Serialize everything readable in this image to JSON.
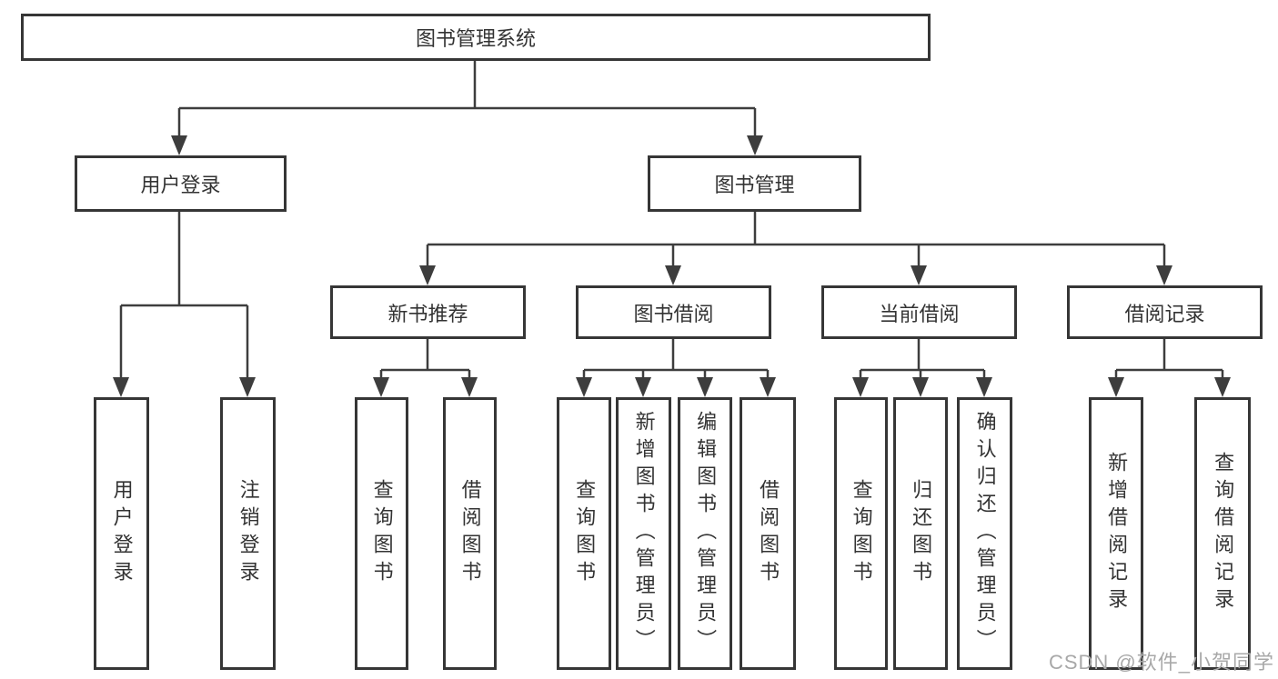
{
  "tree": {
    "root": {
      "label": "图书管理系统"
    },
    "branches": [
      {
        "label": "用户登录",
        "children": [
          {
            "label": "用户登录"
          },
          {
            "label": "注销登录"
          }
        ]
      },
      {
        "label": "图书管理",
        "groups": [
          {
            "label": "新书推荐",
            "children": [
              {
                "label": "查询图书"
              },
              {
                "label": "借阅图书"
              }
            ]
          },
          {
            "label": "图书借阅",
            "children": [
              {
                "label": "查询图书"
              },
              {
                "label": "新增图书（管理员）"
              },
              {
                "label": "编辑图书（管理员）"
              },
              {
                "label": "借阅图书"
              }
            ]
          },
          {
            "label": "当前借阅",
            "children": [
              {
                "label": "查询图书"
              },
              {
                "label": "归还图书"
              },
              {
                "label": "确认归还（管理员）"
              }
            ]
          },
          {
            "label": "借阅记录",
            "children": [
              {
                "label": "新增借阅记录"
              },
              {
                "label": "查询借阅记录"
              }
            ]
          }
        ]
      }
    ]
  },
  "watermark": "CSDN @软件_小贺同学",
  "colors": {
    "border": "#363636",
    "line": "#3d3d3d",
    "text": "#333333",
    "watermark": "#a8a8a8",
    "background": "#ffffff"
  }
}
